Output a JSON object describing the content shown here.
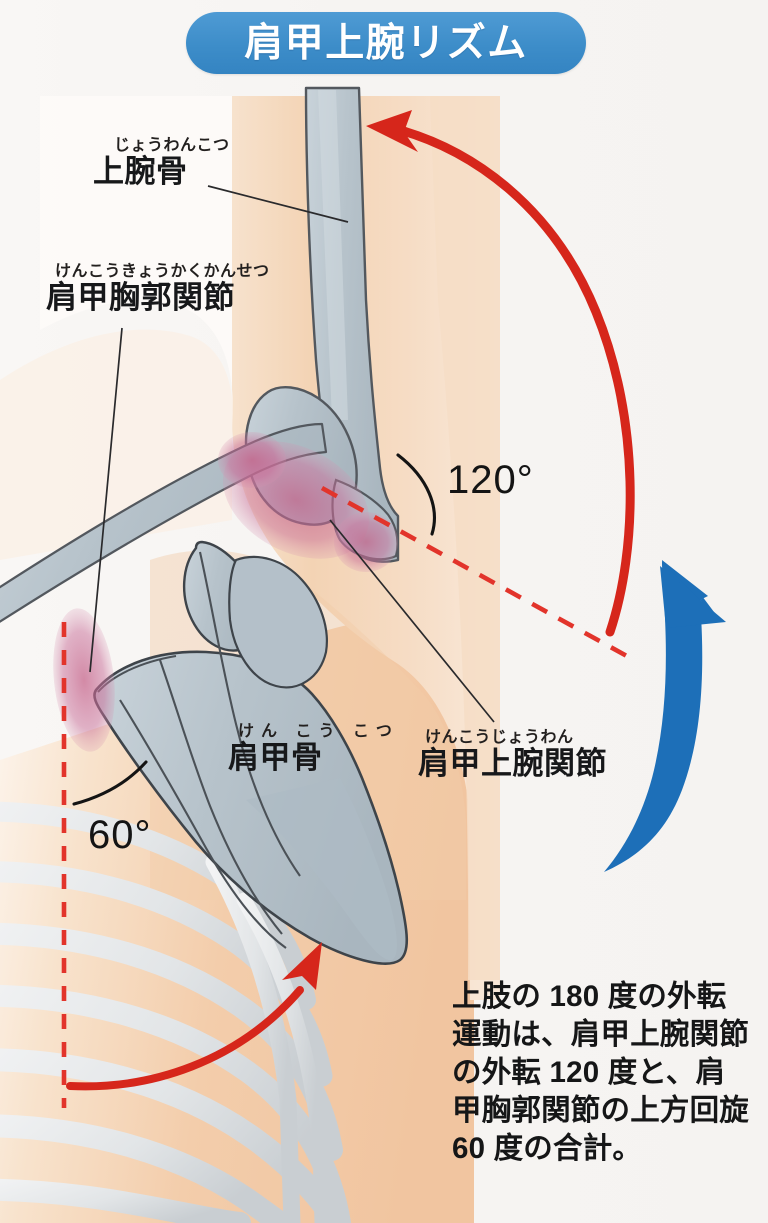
{
  "title": {
    "text": "肩甲上腕リズム",
    "pill_color": "#3d8dc9",
    "text_color": "#ffffff"
  },
  "labels": [
    {
      "id": "humerus",
      "ruby": "じょうわんこつ",
      "main": "上腕骨",
      "meaning": "humerus",
      "leader_line": true
    },
    {
      "id": "scapulothoracic",
      "ruby": "けんこうきょうかくかんせつ",
      "main": "肩甲胸郭関節",
      "meaning": "scapulothoracic joint",
      "leader_line": true
    },
    {
      "id": "scapula",
      "ruby": "けん こう こつ",
      "main": "肩甲骨",
      "meaning": "scapula",
      "leader_line": false
    },
    {
      "id": "glenohumeral",
      "ruby": "けんこうじょうわん",
      "main": "肩甲上腕関節",
      "meaning": "glenohumeral joint",
      "leader_line": true
    }
  ],
  "angles": {
    "glenohumeral_abduction": "120°",
    "scapular_upward_rotation": "60°"
  },
  "caption": {
    "lines": [
      "上肢の 180 度の外転",
      "運動は、肩甲上腕関節",
      "の外転 120 度と、肩",
      "甲胸郭関節の上方回旋",
      "60 度の合計。"
    ],
    "full_text": "上肢の180度の外転運動は、肩甲上腕関節の外転120度と、肩甲胸郭関節の上方回旋60度の合計。"
  },
  "arrows": [
    {
      "id": "humerus-abduction-arrow",
      "color": "#d6261b",
      "direction": "up-left",
      "description": "大きな赤い曲線矢印（上腕骨の外転）"
    },
    {
      "id": "scapula-rotation-arrow",
      "color": "#d6261b",
      "direction": "up-right",
      "description": "小さな赤い曲線矢印（肩甲骨の上方回旋）"
    },
    {
      "id": "total-motion-arrow",
      "color": "#1d6fb8",
      "direction": "up",
      "description": "青い太い曲線矢印（上肢全体の運動）"
    }
  ],
  "colors": {
    "background": "#f7f5f3",
    "skin": "#f6dcc3",
    "skin_shadow": "#f0c8a6",
    "bone": "#b9c5cd",
    "bone_outline": "#4a4f55",
    "rib": "#e8eaec",
    "joint_highlight": "#c9698f",
    "red": "#d6261b",
    "blue_arrow": "#1d6fb8",
    "dash_red": "#e2342b",
    "title_blue": "#3d8dc9"
  },
  "guides": {
    "dashed_horizontal": "赤い破線（上腕骨の基準軸）",
    "dashed_vertical": "赤い破線（胸郭の垂直基準線）"
  }
}
